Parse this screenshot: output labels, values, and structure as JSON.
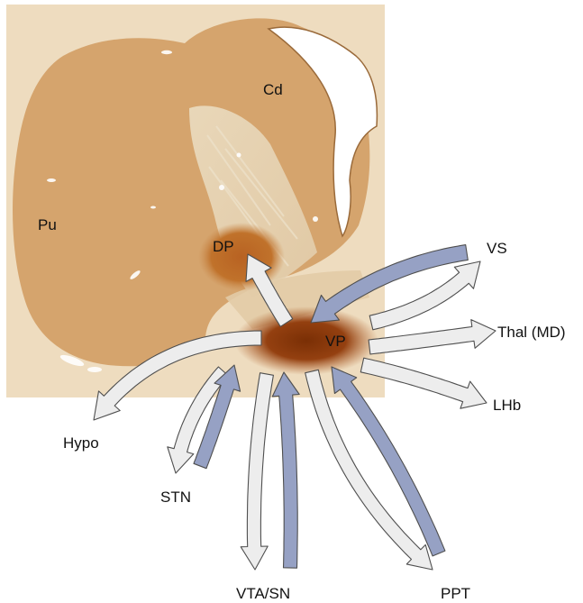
{
  "figure": {
    "section_labels": {
      "caudate": "Cd",
      "putamen": "Pu",
      "dorsal_pallidum": "DP",
      "ventral_pallidum": "VP"
    },
    "target_labels": {
      "vs": "VS",
      "thal": "Thal (MD)",
      "lhb": "LHb",
      "hypo": "Hypo",
      "stn": "STN",
      "vta": "VTA/SN",
      "ppt": "PPT"
    },
    "colors": {
      "tissue_background": "#eedcbf",
      "striatum_stain": "#d19c62",
      "dorsal_pallidum_stain": "#c0722b",
      "ventral_pallidum_stain": "#8f3c0d",
      "efferent_arrow_fill": "#ededed",
      "afferent_arrow_fill": "#96a1c4",
      "arrow_stroke": "#4f4f4f"
    }
  }
}
